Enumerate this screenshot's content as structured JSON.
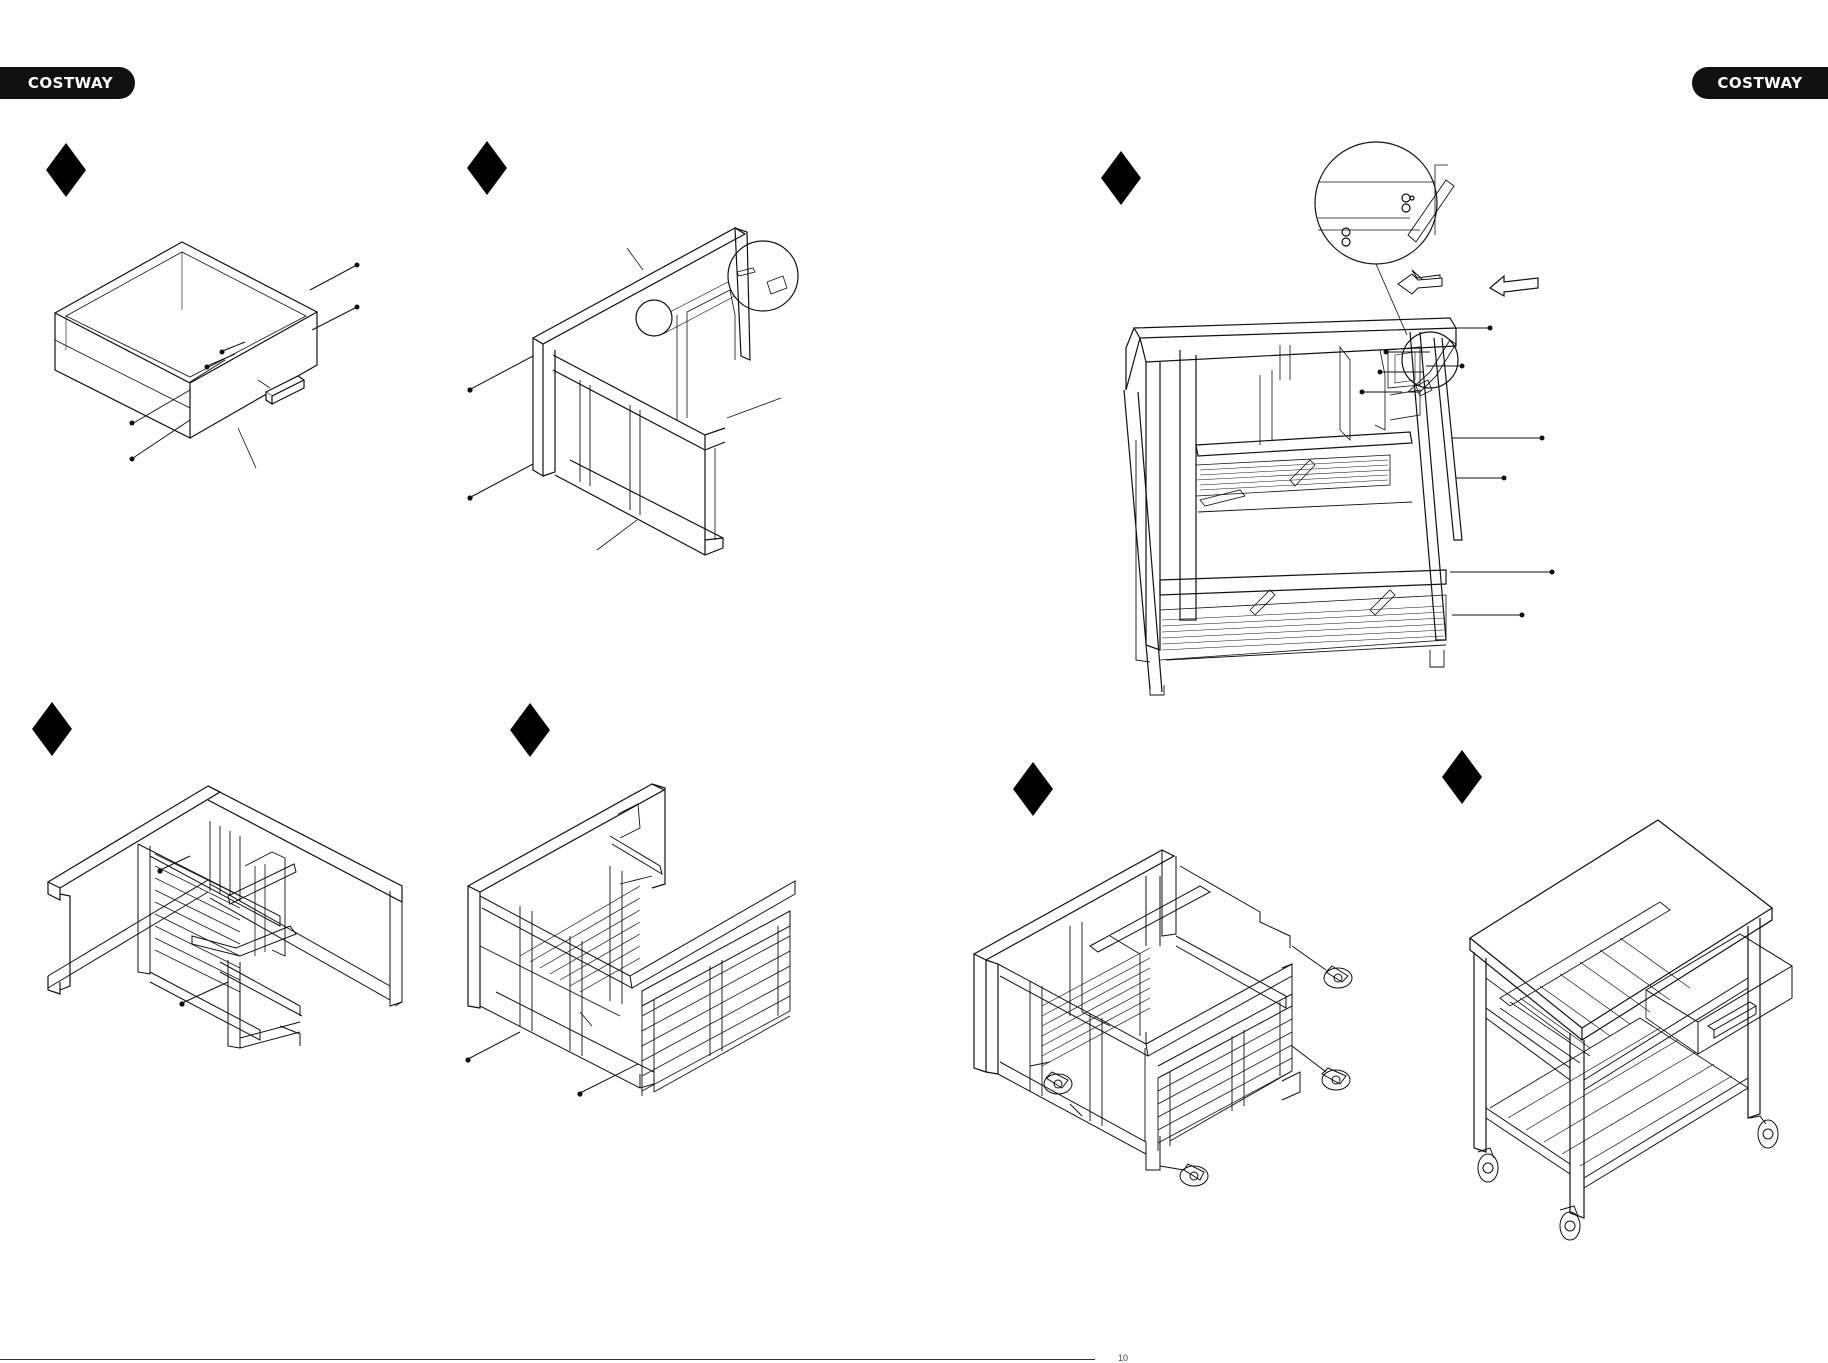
{
  "brand": {
    "left_label": "COSTWAY",
    "right_label": "COSTWAY"
  },
  "colors": {
    "ink": "#111111",
    "paper": "#ffffff",
    "tab": "#111111"
  },
  "icons": {
    "step_marker": "diamond",
    "direction": "outline-arrow-left",
    "detail": "magnifier-circle"
  },
  "footer": {
    "page_number": "10"
  }
}
